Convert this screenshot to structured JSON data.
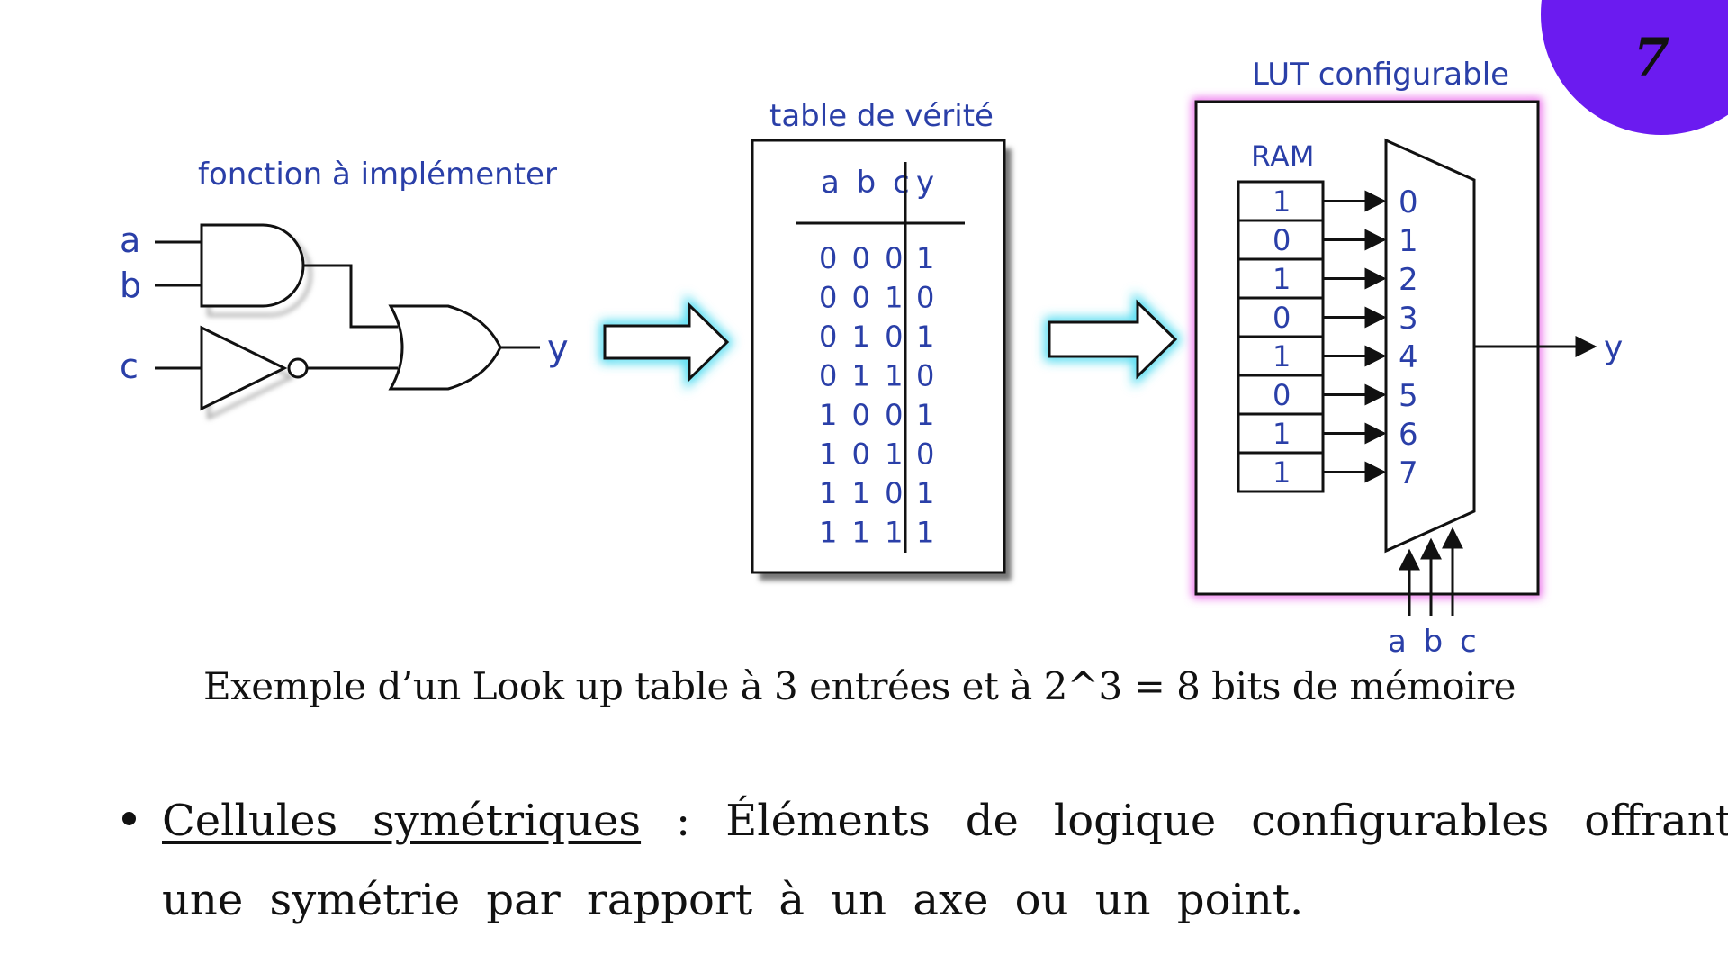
{
  "page_number": "7",
  "colors": {
    "accent": "#6b1bf0",
    "diagram_blue": "#2a3fa8",
    "glow_cyan": "#35d6ee",
    "glow_magenta": "#e85ce8"
  },
  "diagram": {
    "function_label": "fonction à implémenter",
    "inputs": [
      "a",
      "b",
      "c"
    ],
    "output": "y",
    "truth_table": {
      "title": "table de vérité",
      "header_inputs": "a b c",
      "header_output": "y",
      "rows": [
        {
          "in": "0 0 0",
          "out": "1"
        },
        {
          "in": "0 0 1",
          "out": "0"
        },
        {
          "in": "0 1 0",
          "out": "1"
        },
        {
          "in": "0 1 1",
          "out": "0"
        },
        {
          "in": "1 0 0",
          "out": "1"
        },
        {
          "in": "1 0 1",
          "out": "0"
        },
        {
          "in": "1 1 0",
          "out": "1"
        },
        {
          "in": "1 1 1",
          "out": "1"
        }
      ]
    },
    "lut": {
      "title": "LUT configurable",
      "ram_label": "RAM",
      "ram_bits": [
        "1",
        "0",
        "1",
        "0",
        "1",
        "0",
        "1",
        "1"
      ],
      "mux_indices": [
        "0",
        "1",
        "2",
        "3",
        "4",
        "5",
        "6",
        "7"
      ],
      "select_label": "a b c",
      "output": "y"
    }
  },
  "caption": "Exemple d’un Look up table à 3 entrées et à 2^3 = 8 bits de mémoire",
  "bullet": {
    "term": "Cellules symétriques",
    "text": " : Éléments de logique configurables offrant une symétrie par rapport à un axe ou un point."
  }
}
